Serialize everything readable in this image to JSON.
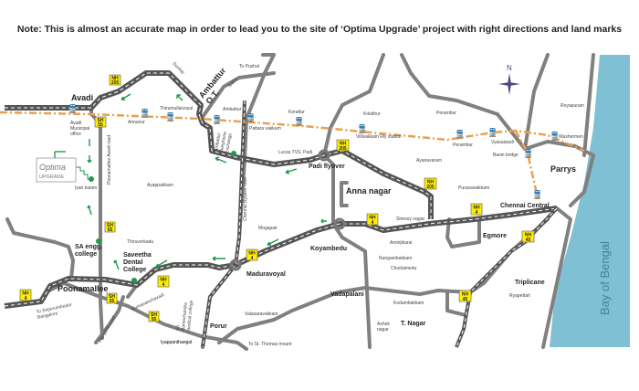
{
  "title": "Note: This is almost an accurate map in order to lead you to the site of ‘Optima Upgrade’ project with right directions and land marks",
  "logo": {
    "line1": "Optima",
    "line2": "UPGRADE"
  },
  "compass": "N",
  "sea": {
    "label": "Bay of Bengal",
    "color": "#7fc0d4"
  },
  "colors": {
    "road": "#808080",
    "highway": "#555555",
    "railway": "#e8a050",
    "arrow": "#1e9a4a",
    "badge": "#ffee00"
  },
  "places": {
    "avadi": "Avadi",
    "ambattur_ot": "Ambattur O.T.",
    "padi": "Padi flyover",
    "anna_nagar": "Anna nagar",
    "parrys": "Parrys",
    "chennai_central": "Chennai Central",
    "egmore": "Egmore",
    "koyambedu": "Koyambedu",
    "maduravoyal": "Maduravoyal",
    "poonamallee": "Poonamallee",
    "vadapalani": "Vadapalani",
    "triplicane": "Triplicane",
    "t_nagar": "T. Nagar",
    "porur": "Porur",
    "sa_engg": "SA engg. college",
    "saveetha": "Saveetha Dental College"
  },
  "small": {
    "avadi_mun": "Avadi Municipal office",
    "poonamallee_road": "Poonamallee Avadi road",
    "iyan": "Iyan kulam",
    "ayappakkam": "Ayappakkam",
    "thiruverkadu": "Thiruverkadu",
    "annanur": "Annanur",
    "thirumullaivoyal": "Thirumullaivoyal",
    "ambattur": "Ambattur",
    "pattaravakkam": "Pattara vakkam",
    "korattur": "Korattur",
    "dunlop": "Dunlop",
    "sidco": "Sidco",
    "to_puzhal": "To Puzhal",
    "ambattur_tel": "Ambattur Telephone Exchange",
    "lucas": "Lucas TVS, Padi",
    "bypass": "Chennai Bypass road",
    "kolathur": "Kolathur",
    "perambur": "Perambur",
    "villivakkam": "Villivakkam Rly station",
    "perambur_st": "Perambur",
    "vyasarpadi": "Vyasarpadi",
    "basin": "Basin bridge",
    "royapuram": "Royapuram",
    "washermen": "Washermen",
    "ayanavaram": "Ayanavaram",
    "purasawakkam": "Purasawakkam",
    "shenoy": "Shenoy nagar",
    "mogapair": "Mogapair",
    "aminjikarai": "Aminjikarai",
    "nungambakkam": "Nungambakkam",
    "chodaimedu": "Chodaimedu",
    "kodambakkam": "Kodambakkam",
    "ashok": "Ashok nagar",
    "ryapettah": "Ryapettah",
    "valasaravakkam": "Valasaravakkam",
    "to_stm": "To St. Thomas mount",
    "iyappanthangal": "Iyappanthangal",
    "sri_ram": "Sri Ramachandra medical college",
    "kumananchavadi": "Kumananchavadi",
    "mangadu": "Mangadu road",
    "to_sriperumbudur": "To Sriperumbudur Bangalore"
  },
  "badges": {
    "nh": "NH",
    "sh": "SH",
    "n205": "205",
    "n4": "4",
    "n45": "45",
    "s55": "55"
  }
}
